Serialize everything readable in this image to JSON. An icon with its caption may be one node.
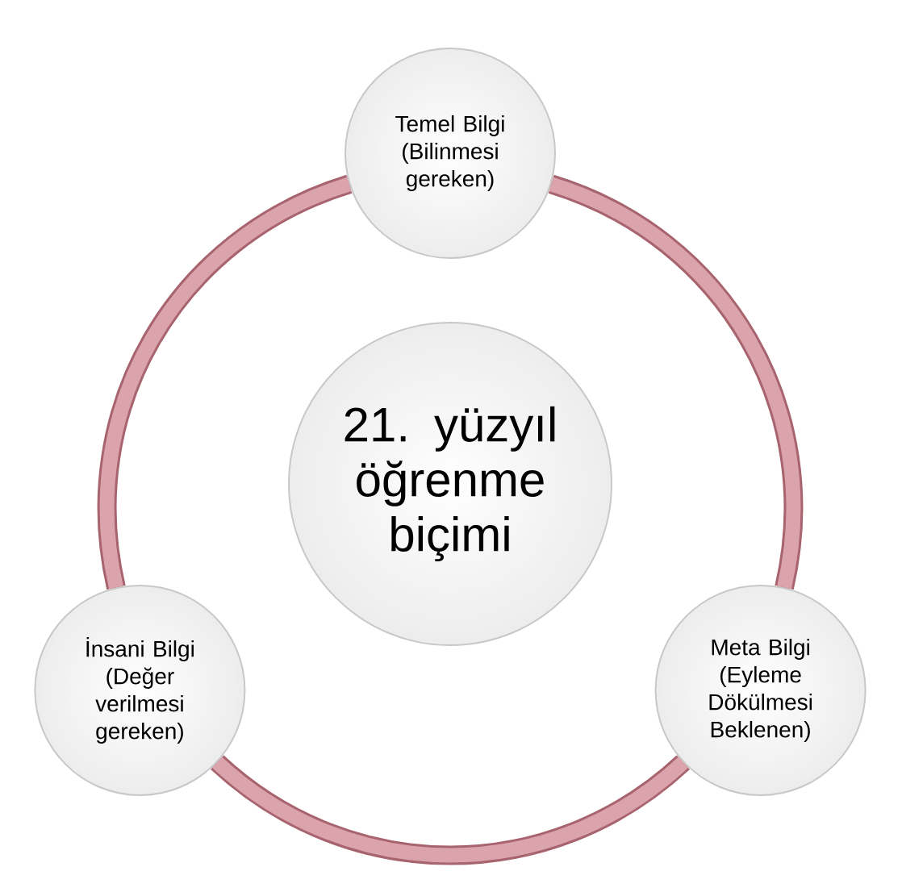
{
  "diagram": {
    "nodes": [
      {
        "text": [
          "Temel Bilgi",
          "(Bilinmesi gereken)"
        ]
      },
      {
        "text": [
          "21. yüzyıl öğrenme biçimi"
        ]
      },
      {
        "text": [
          "İnsani Bilgi",
          "(Değer verilmesi gereken)"
        ]
      },
      {
        "text": [
          "Meta Bilgi",
          "(Eyleme Dökülmesi Beklenen)"
        ]
      }
    ],
    "edges": [
      {
        "from": 0,
        "to": 2,
        "arrow": "none"
      },
      {
        "from": 2,
        "to": 3,
        "arrow": "none"
      },
      {
        "from": 3,
        "to": 0,
        "arrow": "none"
      }
    ]
  }
}
